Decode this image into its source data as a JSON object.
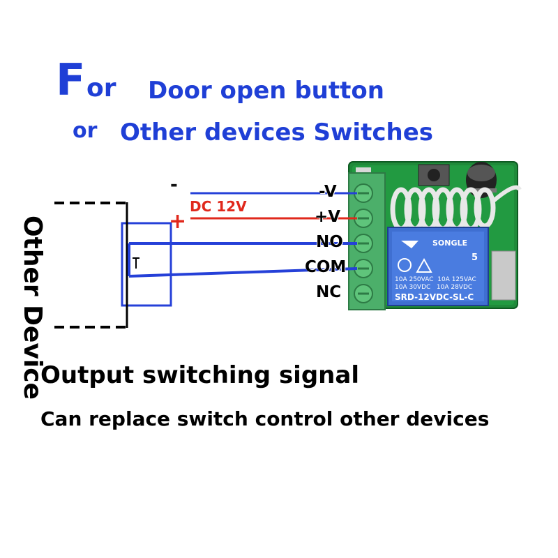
{
  "title": {
    "big_letter": "F",
    "rest_letters": "or",
    "line1": "Door open button",
    "or2": "or",
    "line2": "Other devices Switches"
  },
  "side_label": "Other Device",
  "power": {
    "label": "DC 12V",
    "minus": "-",
    "plus": "+"
  },
  "terminals": [
    "-V",
    "+V",
    "NO",
    "COM",
    "NC"
  ],
  "relay": {
    "brand": "SONGLE",
    "spec1": "10A 250VAC  10A 125VAC",
    "spec2": "10A 30VDC   10A 28VDC",
    "model": "SRD-12VDC-SL-C",
    "num": "5"
  },
  "captions": {
    "main": "Output switching signal",
    "sub": "Can replace switch control other devices"
  },
  "colors": {
    "blue_wire": "#2540d8",
    "red_wire": "#e0281c",
    "board_green": "#1f8a3a",
    "terminal_green": "#4caf6a",
    "relay_blue": "#3f6fd1"
  }
}
